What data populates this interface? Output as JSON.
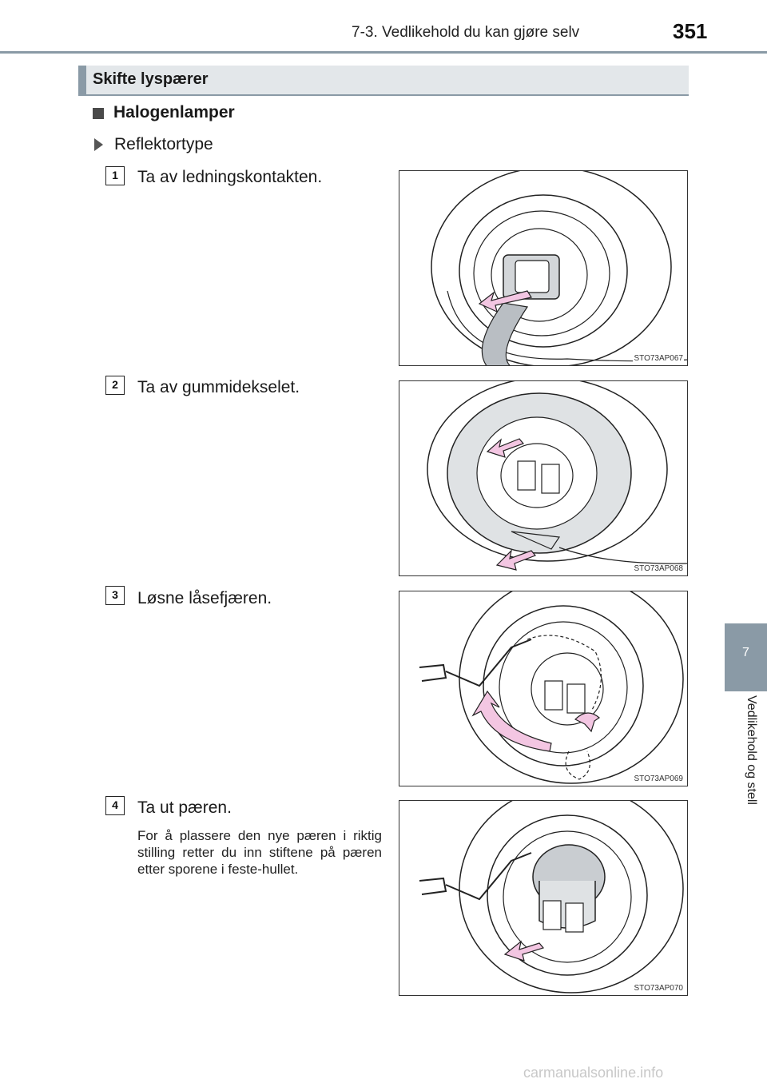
{
  "header": {
    "section": "7-3. Vedlikehold du kan gjøre selv",
    "page_number": "351"
  },
  "section_title": "Skifte lyspærer",
  "subheading": "Halogenlamper",
  "type_heading": "Reflektortype",
  "steps": [
    {
      "number": "1",
      "text": "Ta av ledningskontakten.",
      "figure_code": "STO73AP067"
    },
    {
      "number": "2",
      "text": "Ta av gummidekselet.",
      "figure_code": "STO73AP068"
    },
    {
      "number": "3",
      "text": "Løsne låsefjæren.",
      "figure_code": "STO73AP069"
    },
    {
      "number": "4",
      "text": "Ta ut pæren.",
      "figure_code": "STO73AP070",
      "note": "For å plassere den nye pæren i riktig stilling retter du inn stiftene på pæren etter sporene i feste-hullet."
    }
  ],
  "side_tab": {
    "chapter": "7",
    "label": "Vedlikehold og stell"
  },
  "watermark": "carmanualsonline.info",
  "colors": {
    "accent_gray": "#8a9aa6",
    "arrow_pink": "#f3c6e2",
    "bar_fill": "#e3e7ea"
  }
}
